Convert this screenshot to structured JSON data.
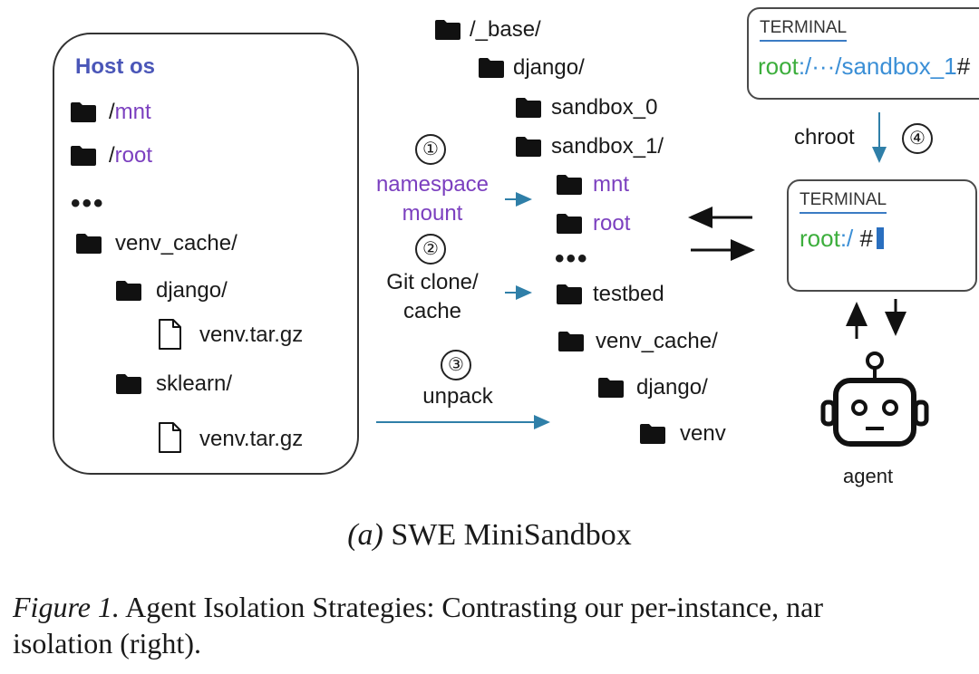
{
  "host": {
    "title": "Host os",
    "items": [
      {
        "icon": "folder-icon",
        "prefix": "/",
        "name": "mnt"
      },
      {
        "icon": "folder-icon",
        "prefix": "/",
        "name": "root"
      },
      {
        "icon": "folder-icon",
        "name": "venv_cache/"
      },
      {
        "icon": "folder-icon",
        "name": "django/"
      },
      {
        "icon": "file-icon",
        "name": "venv.tar.gz"
      },
      {
        "icon": "folder-icon",
        "name": "sklearn/"
      },
      {
        "icon": "file-icon",
        "name": "venv.tar.gz"
      }
    ],
    "ellipsis": "•••"
  },
  "tree": {
    "items": [
      {
        "name": "/_base/"
      },
      {
        "name": "django/"
      },
      {
        "name": "sandbox_0"
      },
      {
        "name": "sandbox_1/"
      },
      {
        "name": "mnt"
      },
      {
        "name": "root"
      },
      {
        "name": "testbed"
      },
      {
        "name": "venv_cache/"
      },
      {
        "name": "django/"
      },
      {
        "name": "venv"
      }
    ],
    "ellipsis": "•••"
  },
  "steps": {
    "s1": {
      "num": "①",
      "line1": "namespace",
      "line2": "mount"
    },
    "s2": {
      "num": "②",
      "line1": "Git clone/",
      "line2": "cache"
    },
    "s3": {
      "num": "③",
      "line1": "unpack"
    },
    "s4": {
      "num": "④",
      "label": "chroot"
    }
  },
  "terminal_top": {
    "title": "TERMINAL",
    "user": "root",
    "path": ":/···/sandbox_1",
    "prompt": "#"
  },
  "terminal_mid": {
    "title": "TERMINAL",
    "user": "root",
    "path": ":/",
    "prompt": " #"
  },
  "agent": {
    "label": "agent"
  },
  "captions": {
    "subfigure": "(a) SWE MiniSandbox",
    "figure_label": "Figure 1.",
    "figure_text": " Agent Isolation Strategies: Contrasting our per-instance, nar",
    "figure_line2": "isolation (right)."
  },
  "colors": {
    "purple": "#7b3fbf",
    "host_title": "#4a56b8",
    "green": "#3cae3c",
    "blue": "#3b8fd6",
    "arrow": "#2f7fa8"
  }
}
